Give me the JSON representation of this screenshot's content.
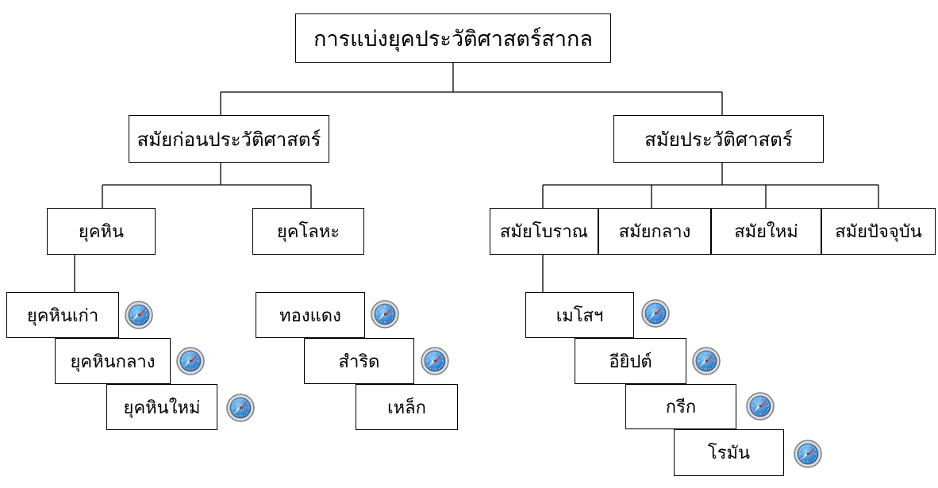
{
  "root": "การแบ่งยุคประวัติศาสตร์สากล",
  "prehistoric": {
    "label": "สมัยก่อนประวัติศาสตร์",
    "stone_age": {
      "label": "ยุคหิน",
      "periods": [
        "ยุคหินเก่า",
        "ยุคหินกลาง",
        "ยุคหินใหม่"
      ]
    },
    "metal_age": {
      "label": "ยุคโลหะ",
      "periods": [
        "ทองแดง",
        "สำริด",
        "เหล็ก"
      ]
    }
  },
  "historic": {
    "label": "สมัยประวัติศาสตร์",
    "eras": [
      "สมัยโบราณ",
      "สมัยกลาง",
      "สมัยใหม่",
      "สมัยปัจจุบัน"
    ],
    "ancient_civilizations": [
      "เมโสฯ",
      "อียิปต์",
      "กรีก",
      "โรมัน"
    ]
  },
  "link_icon": "safari-compass-icon",
  "colors": {
    "line": "#000000",
    "box_border": "#000000",
    "icon_ring": "#7a7f86",
    "icon_face": "#3f8fd8",
    "needle_red": "#e0342a",
    "needle_white": "#f2f2f2"
  }
}
